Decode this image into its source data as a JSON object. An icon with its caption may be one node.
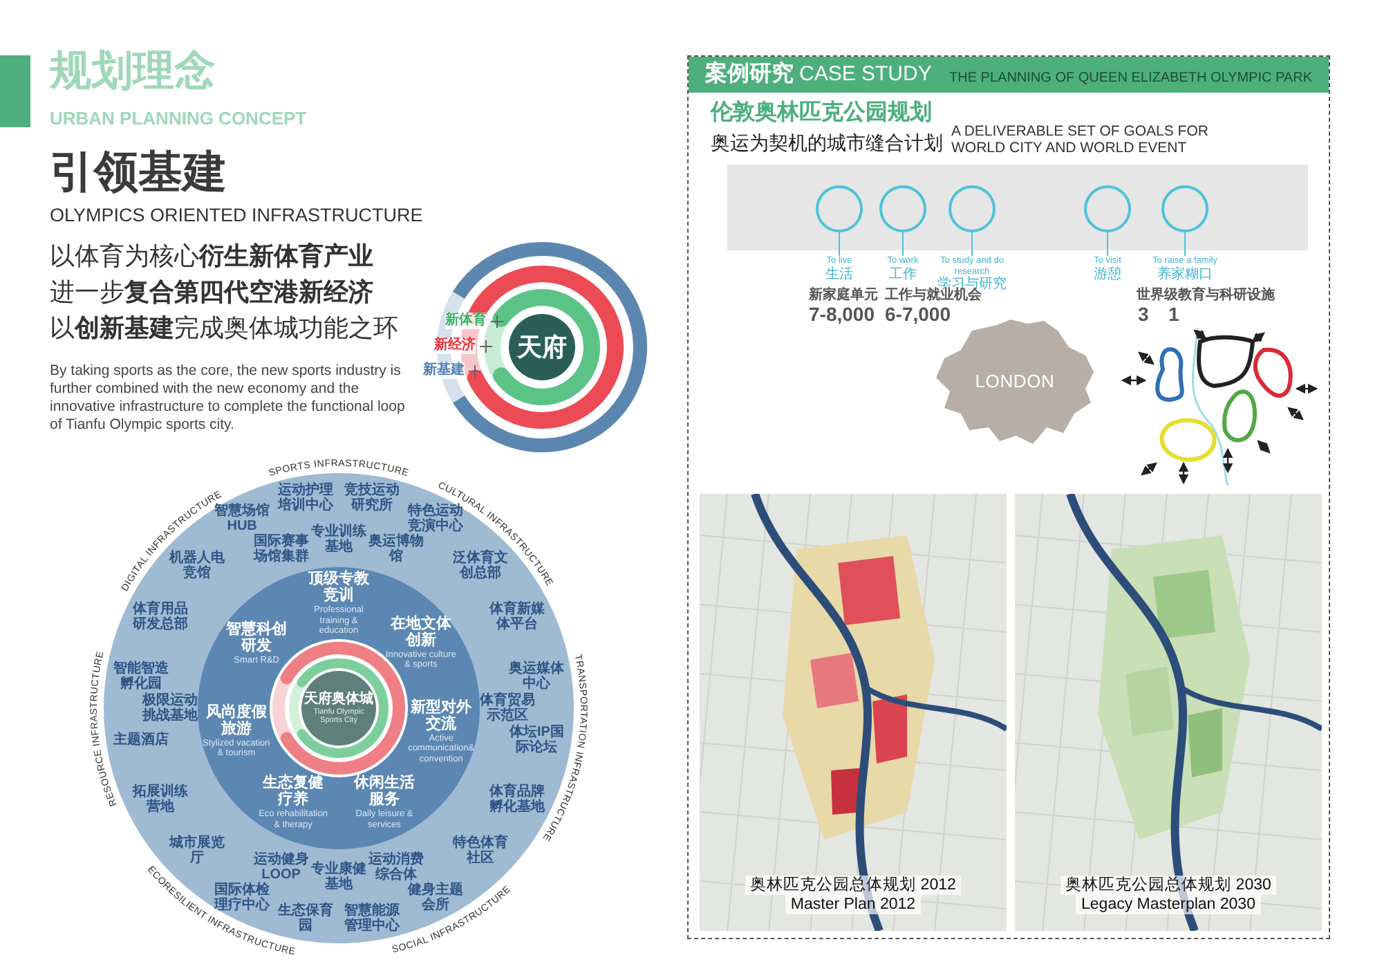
{
  "diagram": {
    "nodes": [
      {
        "text": [
          "新体育",
          "新经济",
          "新基建"
        ]
      },
      {
        "text": [
          "天府"
        ],
        "in": 0
      },
      {
        "text": [
          "专业训练基地",
          "竞技运动研究所",
          "奥运博物馆",
          "特色运动竞演中心",
          "泛体育文创总部",
          "体育新媒体平台",
          "奥运媒体中心",
          "体育贸易示范区",
          "体坛IP国际论坛",
          "体育品牌孵化基地",
          "特色体育社区",
          "健身主题会所",
          "运动消费综合体",
          "智慧能源管理中心",
          "专业康健基地",
          "生态保育园",
          "运动健身LOOP",
          "国际体检理疗中心",
          "城市展览厅",
          "拓展训练营地",
          "主题酒店",
          "极限运动挑战基地",
          "智能智造孵化园",
          "体育用品研发总部",
          "机器人电竞馆",
          "智慧场馆HUB",
          "国际赛事场馆集群",
          "运动护理培训中心"
        ],
        "beside": [
          "SPORTS INFRASTRUCTURE",
          "CULTURAL INFRASTRUCTURE",
          "TRANSPORTATION INFRASTRUCTURE",
          "SOCIAL INFRASTRUCTURE",
          "ECORESILIENT INFRASTRUCTURE",
          "RESOURCE INFRASTRUCTURE",
          "DIGITAL INFRASTRUCTURE"
        ]
      },
      {
        "text": [
          "顶级专教竞训",
          "Professional training & education",
          "在地文体创新",
          "Innovative culture & sports",
          "新型对外交流",
          "Active communication& convention",
          "休闲生活服务",
          "Daily leisure & services",
          "生态复健疗养",
          "Eco rehabilitation & therapy",
          "风尚度假旅游",
          "Stylized vacation & tourism",
          "智慧科创研发",
          "Smart R&D"
        ],
        "in": 2
      },
      {
        "text": [
          "天府奥体城",
          "Tianfu Olympic Sports City"
        ],
        "in": 3
      },
      {
        "text": [
          "案例研究",
          "CASE STUDY",
          "THE PLANNING OF QUEEN ELIZABETH OLYMPIC PARK",
          "伦敦奥林匹克公园规划",
          "奥运为契机的城市缝合计划",
          "A DELIVERABLE SET OF GOALS FOR WORLD CITY AND WORLD EVENT"
        ]
      },
      {
        "text": [],
        "shape": "picture",
        "in": 5
      },
      {
        "text": [],
        "shape": "circle",
        "in": 6
      },
      {
        "text": [],
        "shape": "circle",
        "in": 6
      },
      {
        "text": [],
        "shape": "circle",
        "in": 6
      },
      {
        "text": [],
        "shape": "circle",
        "in": 6
      },
      {
        "text": [],
        "shape": "circle",
        "in": 6
      },
      {
        "text": [
          "To live",
          "生活"
        ],
        "in": 5
      },
      {
        "text": [
          "To work",
          "工作"
        ],
        "in": 5
      },
      {
        "text": [
          "To study and do research",
          "学习与研究"
        ],
        "in": 5
      },
      {
        "text": [
          "To visit",
          "游憩"
        ],
        "in": 5
      },
      {
        "text": [
          "To raise a family",
          "养家糊口"
        ],
        "in": 5
      },
      {
        "text": [
          "LONDON"
        ],
        "in": 5
      },
      {
        "text": [
          "奥林匹克公园总体规划 2012",
          "Master Plan 2012"
        ],
        "in": 5
      },
      {
        "text": [
          "奥林匹克公园总体规划 2030",
          "Legacy Masterplan 2030"
        ],
        "in": 5
      }
    ],
    "edges": [
      {
        "from": 7,
        "to": 12,
        "arrow": "none"
      },
      {
        "from": 8,
        "to": 13,
        "arrow": "none"
      },
      {
        "from": 9,
        "to": 14,
        "arrow": "none"
      },
      {
        "from": 10,
        "to": 15,
        "arrow": "none"
      },
      {
        "from": 11,
        "to": 16,
        "arrow": "none"
      }
    ],
    "labels": [
      "规划理念",
      "URBAN PLANNING CONCEPT",
      "引领基建",
      "OLYMPICS ORIENTED INFRASTRUCTURE",
      "以体育为核心**衍生新体育产业**",
      "进一步**复合第四代空港新经济**",
      "以**创新基建**完成奥体城功能之环",
      "By taking sports as the core, the new sports industry is further combined with the new economy and the innovative infrastructure to complete the functional loop of Tianfu Olympic sports city.",
      "新家庭单元",
      "7-8,000",
      "工作与就业机会",
      "6-7,000",
      "世界级教育与科研设施",
      "3",
      "1"
    ]
  }
}
